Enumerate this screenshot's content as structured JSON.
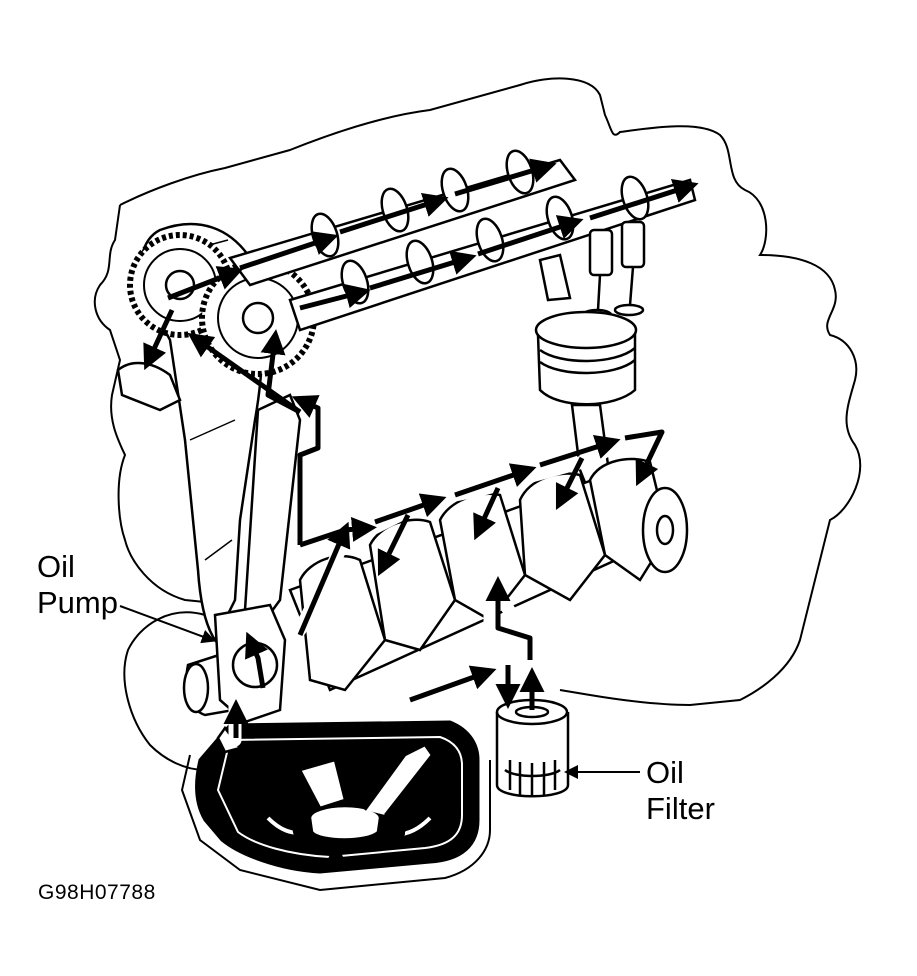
{
  "labels": {
    "oil_pump_line1": "Oil",
    "oil_pump_line2": "Pump",
    "oil_filter_line1": "Oil",
    "oil_filter_line2": "Filter",
    "figure_code": "G98H07788"
  },
  "colors": {
    "ink": "#000000",
    "paper": "#ffffff"
  }
}
